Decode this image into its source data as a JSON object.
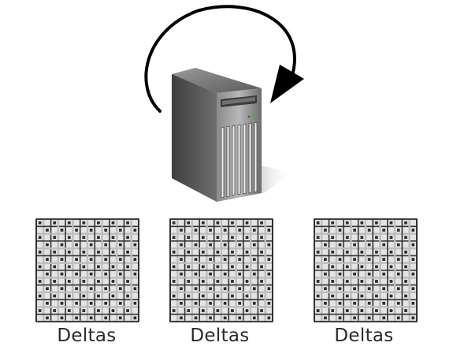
{
  "icons": {
    "server": "server-tower-icon",
    "cycle_arrow": "circular-arrow-icon",
    "delta_grid": "grid-table-icon"
  },
  "colors": {
    "server_dark": "#555555",
    "server_light": "#a0a0a0",
    "grid_line_dark": "#333333",
    "grid_line_light": "#bdbdbd",
    "label_text": "#2a2a2a"
  },
  "deltas": [
    {
      "label": "Deltas"
    },
    {
      "label": "Deltas"
    },
    {
      "label": "Deltas"
    }
  ]
}
